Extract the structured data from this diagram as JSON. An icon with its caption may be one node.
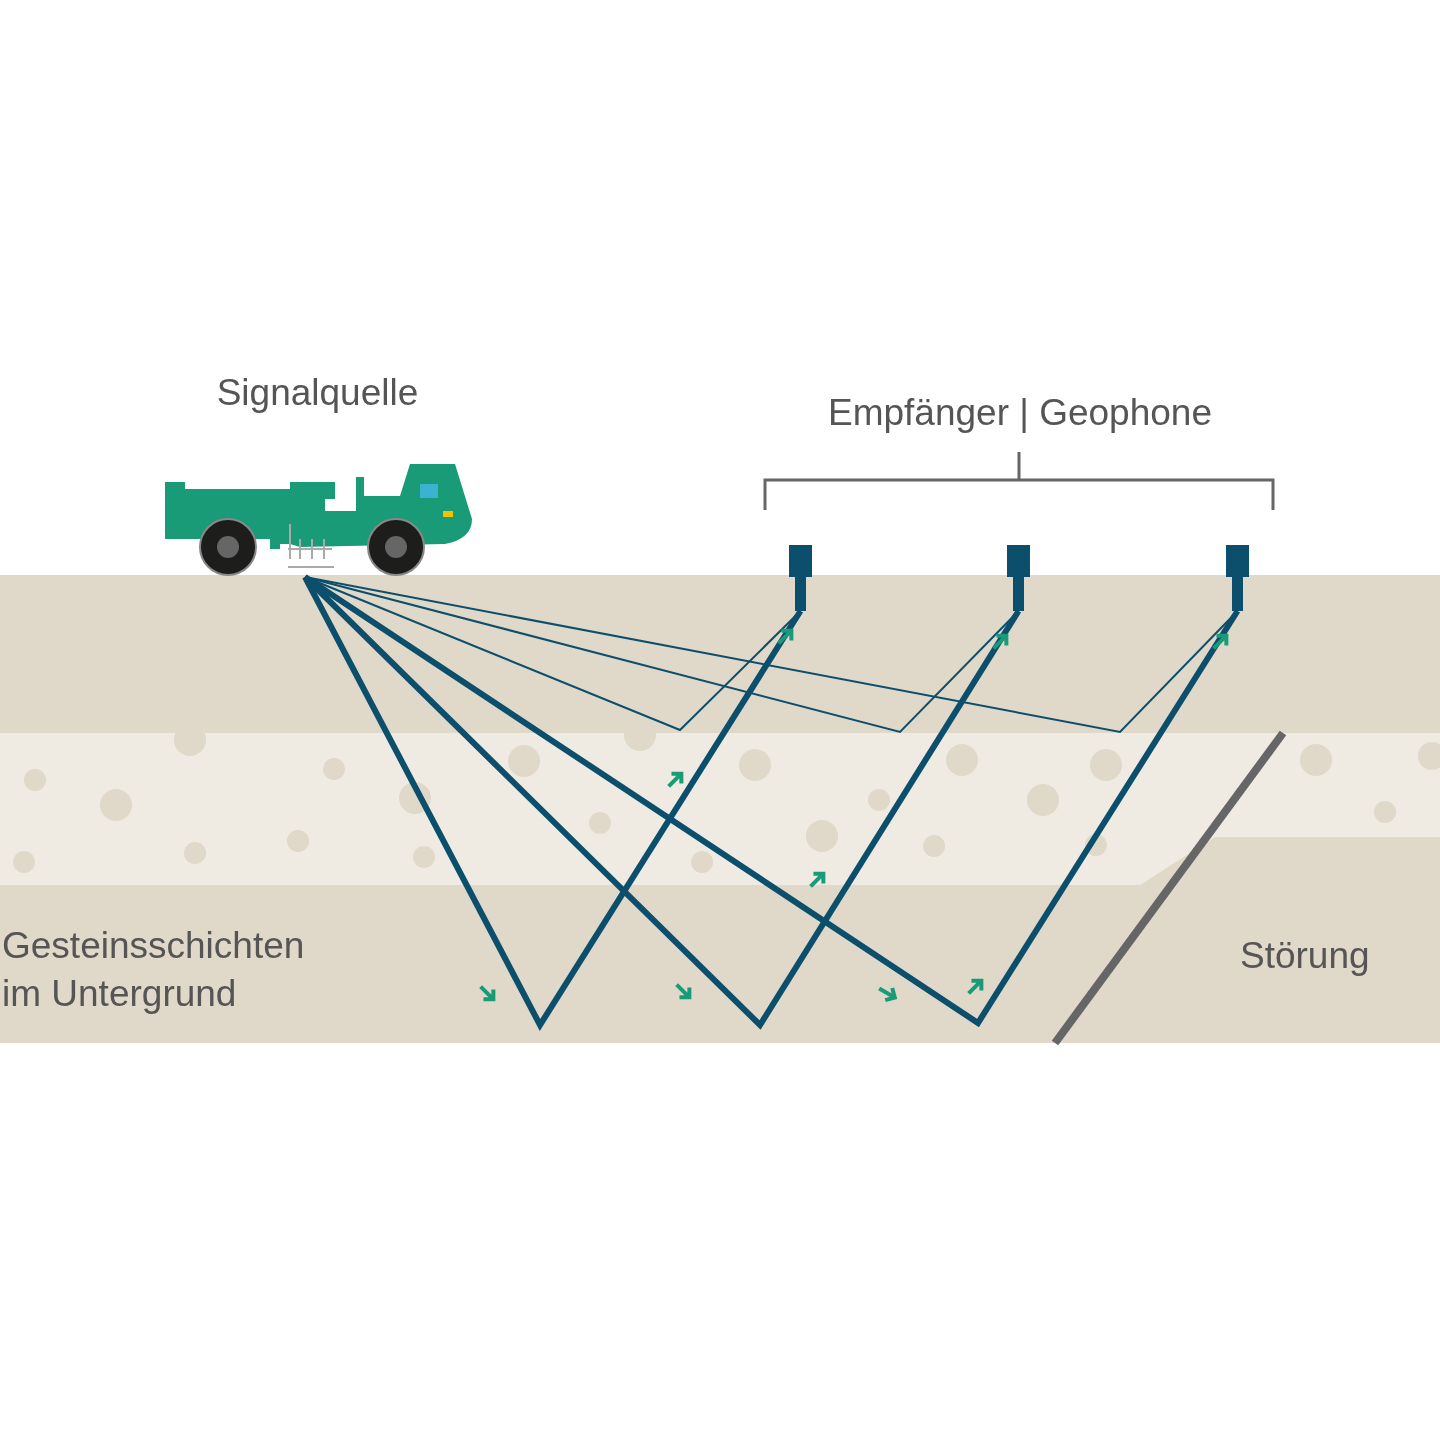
{
  "diagram": {
    "nodes": [
      {
        "text": [
          "Signalquelle"
        ]
      },
      {
        "text": [],
        "shape": "picture"
      },
      {
        "text": [],
        "shape": "picture"
      },
      {
        "text": [],
        "shape": "picture"
      }
    ],
    "edges": [
      {
        "from": 0,
        "to": 1,
        "arrow": "none"
      },
      {
        "from": 0,
        "to": 2,
        "arrow": "none"
      },
      {
        "from": 0,
        "to": 3,
        "arrow": "none"
      },
      {
        "from": 0,
        "to": 1,
        "arrow": "none",
        "style": "thick"
      },
      {
        "from": 0,
        "to": 2,
        "arrow": "none",
        "style": "thick"
      },
      {
        "from": 0,
        "to": 3,
        "arrow": "none",
        "style": "thick"
      }
    ],
    "labels": [
      "Empfänger | Geophone",
      "Gesteinsschichten im Untergrund",
      "Störung"
    ]
  }
}
